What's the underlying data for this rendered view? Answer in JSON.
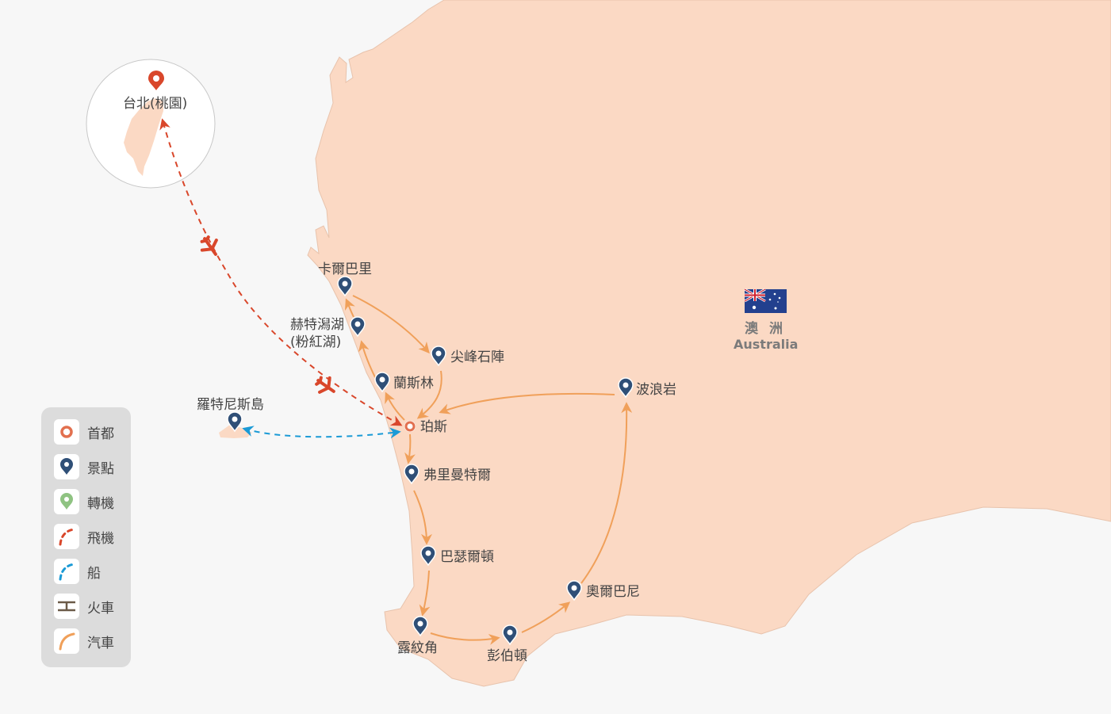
{
  "colors": {
    "land": "#fbd9c4",
    "sea": "#f7f7f7",
    "attraction_pin": "#2f4f77",
    "capital": "#e2704f",
    "transfer": "#8fc382",
    "flight": "#d9472b",
    "boat": "#1a9ad6",
    "train": "#6b5a48",
    "car": "#f0a05a"
  },
  "origin": {
    "label": "台北(桃園)"
  },
  "region": {
    "name_cn": "澳 洲",
    "name_en": "Australia",
    "flag_icon": "australia-flag"
  },
  "places": {
    "perth": "珀斯",
    "kalbarri": "卡爾巴里",
    "hutt_lagoon_1": "赫特潟湖",
    "hutt_lagoon_2": "(粉紅湖)",
    "pinnacles": "尖峰石陣",
    "lancelin": "蘭斯林",
    "wave_rock": "波浪岩",
    "fremantle": "弗里曼特爾",
    "busselton": "巴瑟爾頓",
    "leeuwin": "露紋角",
    "pemberton": "彭伯頓",
    "albany": "奧爾巴尼",
    "rottnest": "羅特尼斯島"
  },
  "legend": {
    "items": [
      {
        "label": "首都",
        "icon": "capital-icon"
      },
      {
        "label": "景點",
        "icon": "attraction-pin-icon"
      },
      {
        "label": "轉機",
        "icon": "transfer-pin-icon"
      },
      {
        "label": "飛機",
        "icon": "flight-route-icon"
      },
      {
        "label": "船",
        "icon": "boat-route-icon"
      },
      {
        "label": "火車",
        "icon": "train-route-icon"
      },
      {
        "label": "汽車",
        "icon": "car-route-icon"
      }
    ]
  }
}
